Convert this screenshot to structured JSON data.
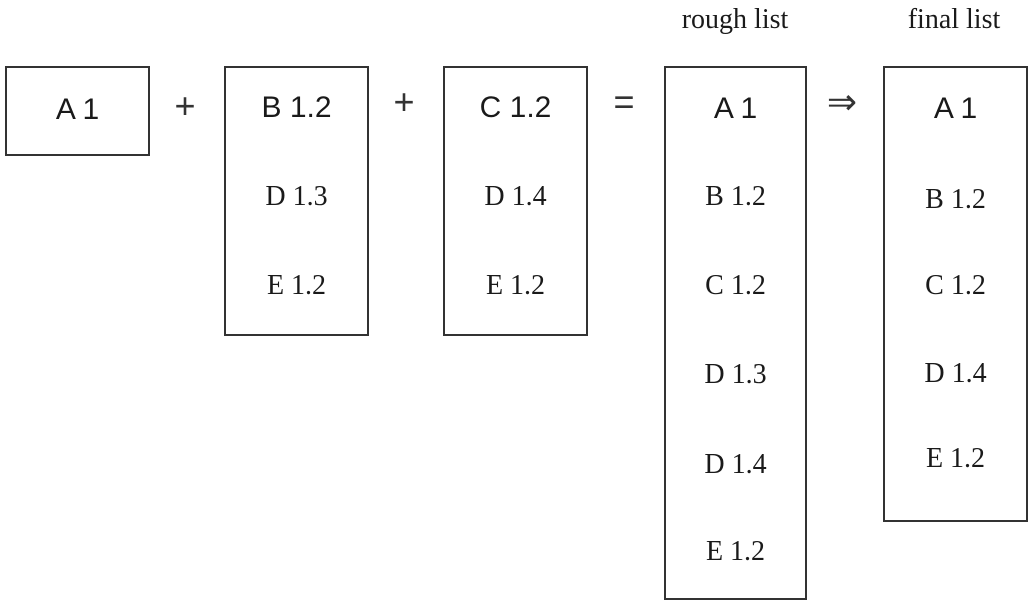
{
  "headings": {
    "rough": "rough list",
    "final": "final list"
  },
  "operators": {
    "plus_1": "+",
    "plus_2": "+",
    "equals": "=",
    "implies": "⇒"
  },
  "boxes": {
    "a": [
      "A 1"
    ],
    "b": [
      "B 1.2",
      "D 1.3",
      "E 1.2"
    ],
    "c": [
      "C 1.2",
      "D 1.4",
      "E 1.2"
    ],
    "rough": [
      "A 1",
      "B 1.2",
      "C 1.2",
      "D 1.3",
      "D 1.4",
      "E 1.2"
    ],
    "final": [
      "A 1",
      "B 1.2",
      "C 1.2",
      "D 1.4",
      "E 1.2"
    ]
  }
}
